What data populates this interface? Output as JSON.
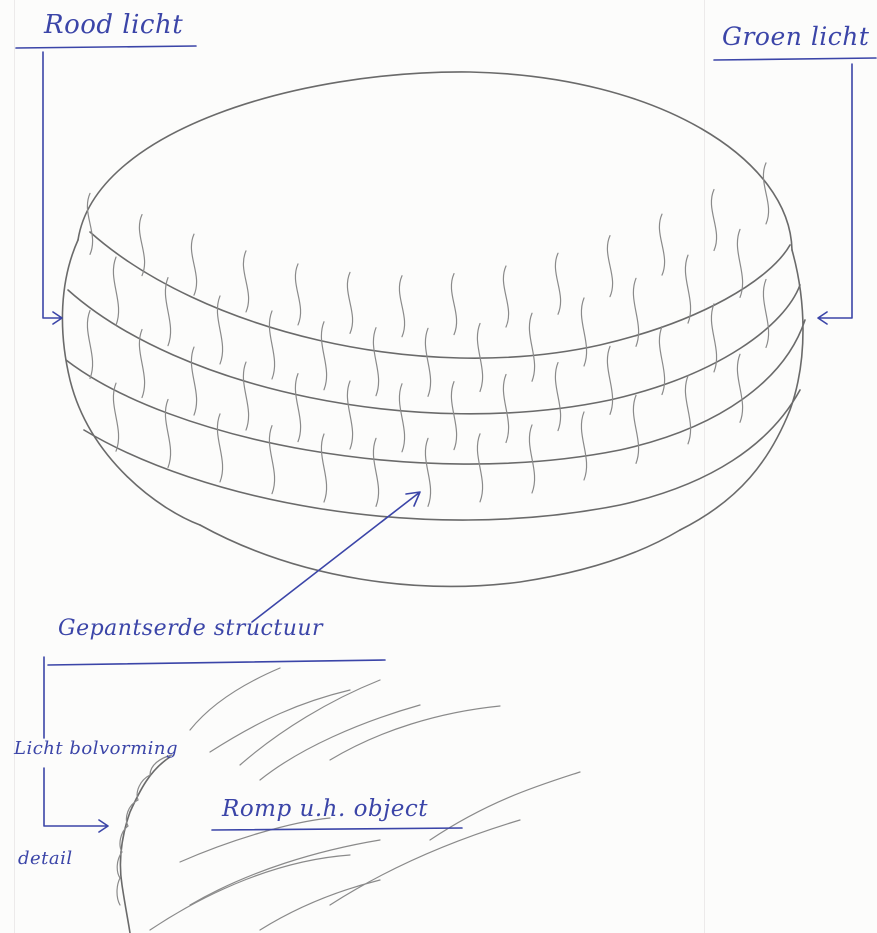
{
  "labels": {
    "red_light": "Rood licht",
    "green_light": "Groen licht",
    "armored_structure": "Gepantserde structuur",
    "light_curvature": "Licht bolvorming",
    "detail": "detail",
    "body": "Romp u.h. object"
  },
  "colors": {
    "ink": "#3b45a8",
    "pencil": "#6a6a6a",
    "paper": "#fcfcfb"
  }
}
